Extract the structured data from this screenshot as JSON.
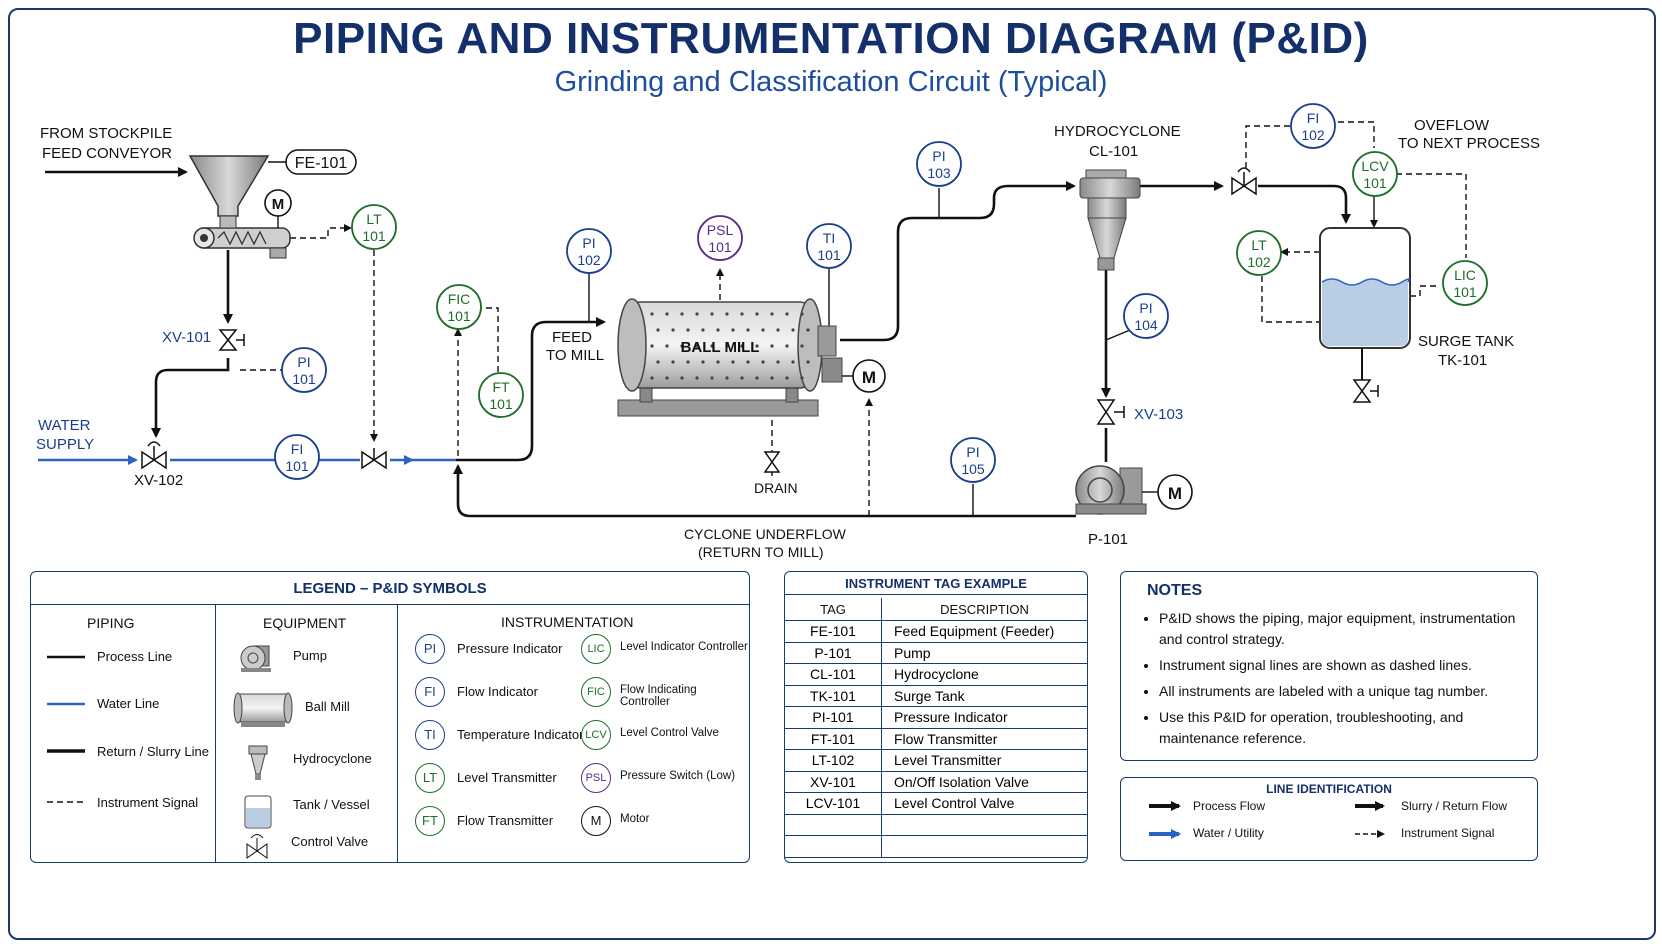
{
  "title": "PIPING AND INSTRUMENTATION DIAGRAM (P&ID)",
  "subtitle": "Grinding and Classification Circuit (Typical)",
  "diagram": {
    "from_stockpile_1": "FROM STOCKPILE",
    "from_stockpile_2": "FEED CONVEYOR",
    "fe101": "FE-101",
    "motor": "M",
    "water_supply_1": "WATER",
    "water_supply_2": "SUPPLY",
    "xv101": "XV-101",
    "xv102": "XV-102",
    "xv103": "XV-103",
    "feed_to_mill_1": "FEED",
    "feed_to_mill_2": "TO MILL",
    "ball_mill": "BALL MILL",
    "drain": "DRAIN",
    "cyclone_underflow_1": "CYCLONE UNDERFLOW",
    "cyclone_underflow_2": "(RETURN TO MILL)",
    "hydrocyclone_1": "HYDROCYCLONE",
    "hydrocyclone_2": "CL-101",
    "overflow_1": "OVEFLOW",
    "overflow_2": "TO NEXT PROCESS",
    "surge_tank_1": "SURGE TANK",
    "surge_tank_2": "TK-101",
    "p101": "P-101",
    "instruments": {
      "lt101": [
        "LT",
        "101"
      ],
      "pi101": [
        "PI",
        "101"
      ],
      "fi101": [
        "FI",
        "101"
      ],
      "fic101": [
        "FIC",
        "101"
      ],
      "ft101": [
        "FT",
        "101"
      ],
      "pi102": [
        "PI",
        "102"
      ],
      "psl101": [
        "PSL",
        "101"
      ],
      "ti101": [
        "TI",
        "101"
      ],
      "pi103": [
        "PI",
        "103"
      ],
      "pi104": [
        "PI",
        "104"
      ],
      "pi105": [
        "PI",
        "105"
      ],
      "fi102": [
        "FI",
        "102"
      ],
      "lcv101": [
        "LCV",
        "101"
      ],
      "lt102": [
        "LT",
        "102"
      ],
      "lic101": [
        "LIC",
        "101"
      ]
    }
  },
  "legend": {
    "title": "LEGEND – P&ID SYMBOLS",
    "piping": {
      "heading": "PIPING",
      "items": [
        "Process Line",
        "Water Line",
        "Return / Slurry Line",
        "Instrument Signal"
      ]
    },
    "equipment": {
      "heading": "EQUIPMENT",
      "items": [
        "Pump",
        "Ball Mill",
        "Hydrocyclone",
        "Tank / Vessel",
        "Control Valve"
      ]
    },
    "instrumentation": {
      "heading": "INSTRUMENTATION",
      "left": [
        {
          "code": "PI",
          "label": "Pressure Indicator"
        },
        {
          "code": "FI",
          "label": "Flow Indicator"
        },
        {
          "code": "TI",
          "label": "Temperature Indicator"
        },
        {
          "code": "LT",
          "label": "Level Transmitter"
        },
        {
          "code": "FT",
          "label": "Flow Transmitter"
        }
      ],
      "right": [
        {
          "code": "LIC",
          "label": "Level Indicator Controller"
        },
        {
          "code": "FIC",
          "label": "Flow Indicating Controller"
        },
        {
          "code": "LCV",
          "label": "Level Control Valve"
        },
        {
          "code": "PSL",
          "label": "Pressure Switch (Low)"
        },
        {
          "code": "M",
          "label": "Motor"
        }
      ]
    }
  },
  "tag_table": {
    "title": "INSTRUMENT TAG EXAMPLE",
    "col_tag": "TAG",
    "col_desc": "DESCRIPTION",
    "rows": [
      [
        "FE-101",
        "Feed Equipment (Feeder)"
      ],
      [
        "P-101",
        "Pump"
      ],
      [
        "CL-101",
        "Hydrocyclone"
      ],
      [
        "TK-101",
        "Surge Tank"
      ],
      [
        "PI-101",
        "Pressure Indicator"
      ],
      [
        "FT-101",
        "Flow Transmitter"
      ],
      [
        "LT-102",
        "Level Transmitter"
      ],
      [
        "XV-101",
        "On/Off Isolation Valve"
      ],
      [
        "LCV-101",
        "Level Control Valve"
      ]
    ]
  },
  "notes": {
    "title": "NOTES",
    "items": [
      "P&ID shows the piping, major equipment, instrumentation and control strategy.",
      "Instrument signal lines are shown as dashed lines.",
      "All instruments are labeled with a unique tag number.",
      "Use this P&ID for operation, troubleshooting, and maintenance reference."
    ]
  },
  "line_id": {
    "title": "LINE IDENTIFICATION",
    "process": "Process Flow",
    "slurry": "Slurry / Return Flow",
    "water": "Water / Utility",
    "signal": "Instrument Signal"
  },
  "colors": {
    "navy": "#13306a",
    "blue_instrument": "#1b3f8f",
    "green_instrument": "#1e6e2a",
    "purple_instrument": "#5b2a86",
    "water_line": "#2a63c4",
    "tank_liquid": "#b9cde3"
  }
}
